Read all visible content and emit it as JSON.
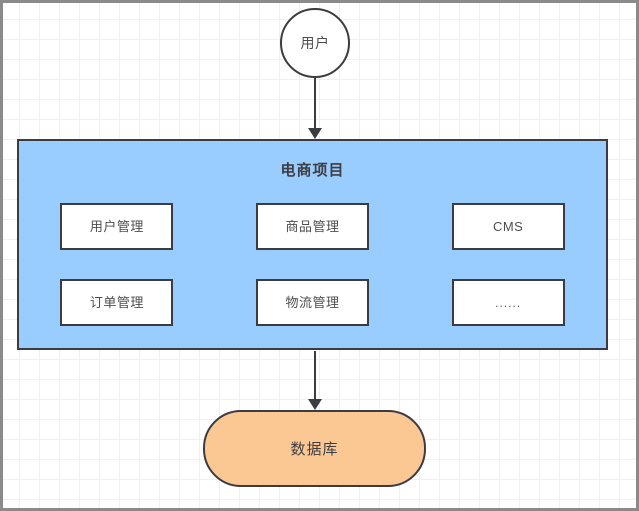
{
  "diagram": {
    "actor": {
      "name": "用户",
      "shape": "circle"
    },
    "system": {
      "title": "电商项目",
      "fill_color": "#9acdff",
      "border_color": "#3b3b40",
      "modules": [
        {
          "label": "用户管理"
        },
        {
          "label": "商品管理"
        },
        {
          "label": "CMS"
        },
        {
          "label": "订单管理"
        },
        {
          "label": "物流管理"
        },
        {
          "label": "......"
        }
      ]
    },
    "database": {
      "label": "数据库",
      "shape": "rounded-rectangle",
      "fill_color": "#fbc894",
      "border_color": "#3b3b40"
    },
    "connectors": [
      {
        "name": "user-to-system",
        "direction": "down"
      },
      {
        "name": "system-to-database",
        "direction": "down"
      }
    ],
    "canvas": {
      "background_color": "#ffffff",
      "grid_color": "#f0f0f0",
      "frame_border_color": "#8a8a8a"
    }
  }
}
